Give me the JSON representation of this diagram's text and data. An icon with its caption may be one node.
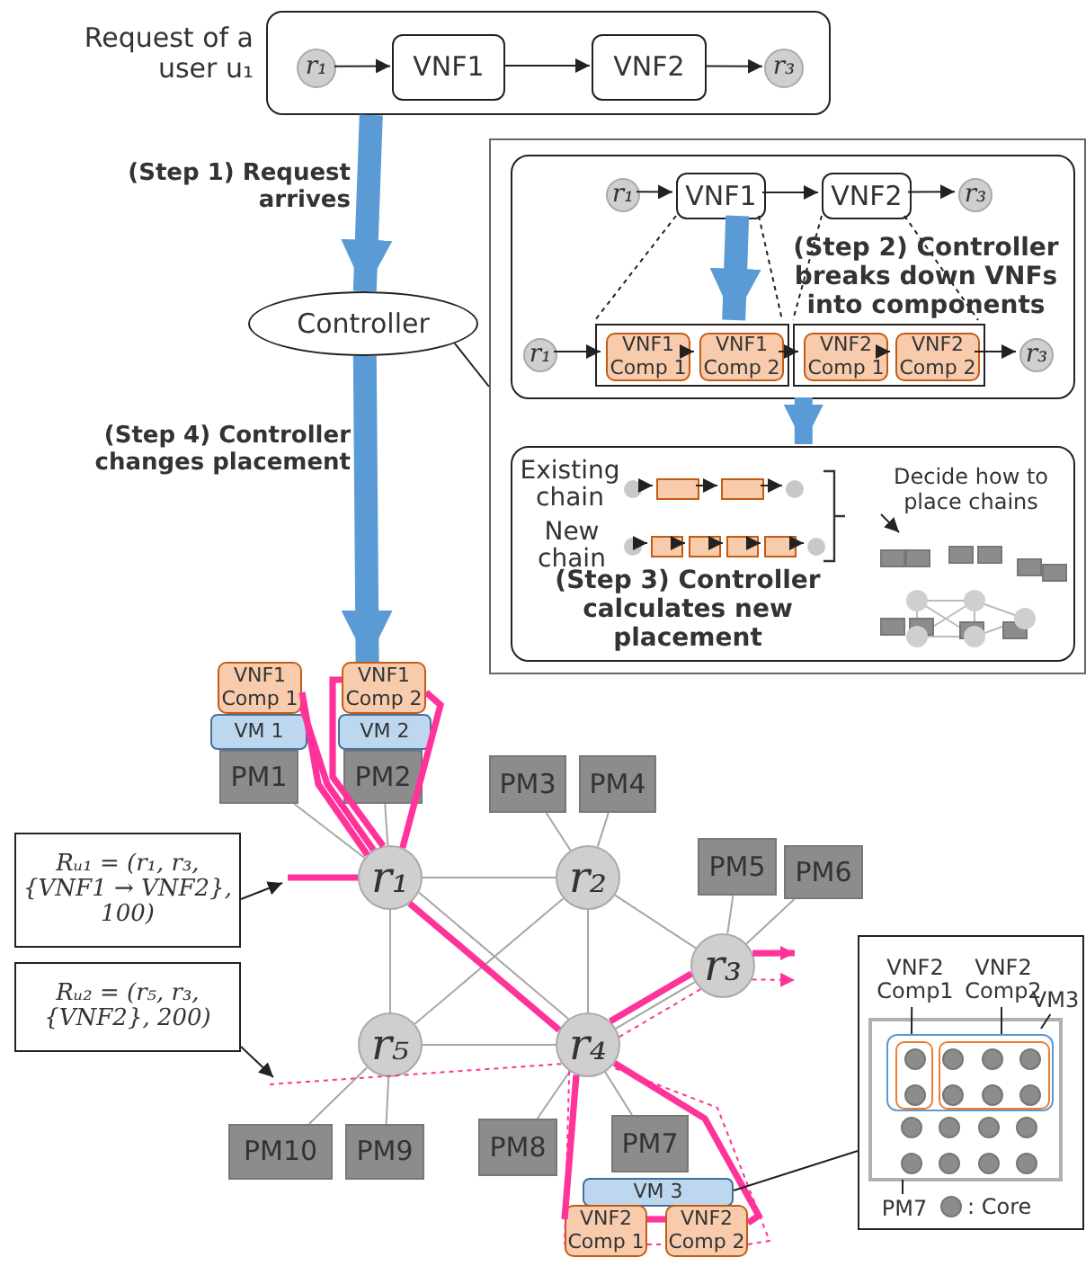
{
  "diagram": {
    "nodes": [
      {
        "text": [
          "Request of a user u₁"
        ]
      },
      {
        "text": [
          "r₁"
        ],
        "in": 0
      },
      {
        "text": [
          "VNF1"
        ],
        "in": 0
      },
      {
        "text": [
          "VNF2"
        ],
        "in": 0
      },
      {
        "text": [
          "r₃"
        ],
        "in": 0
      },
      {
        "text": [
          "Controller"
        ]
      },
      {
        "text": [],
        "shape": "box"
      },
      {
        "text": [
          "(Step 2) Controller breaks down VNFs into components"
        ],
        "in": 6
      },
      {
        "text": [
          "r₁"
        ],
        "in": 7
      },
      {
        "text": [
          "VNF1"
        ],
        "in": 7
      },
      {
        "text": [
          "VNF2"
        ],
        "in": 7
      },
      {
        "text": [
          "r₃"
        ],
        "in": 7
      },
      {
        "text": [
          "r₁"
        ],
        "in": 7
      },
      {
        "text": [],
        "shape": "box",
        "in": 7
      },
      {
        "text": [
          "VNF1 Comp 1"
        ],
        "in": 13
      },
      {
        "text": [
          "VNF1 Comp 2"
        ],
        "in": 13
      },
      {
        "text": [],
        "shape": "box",
        "in": 7
      },
      {
        "text": [
          "VNF2 Comp 1"
        ],
        "in": 16
      },
      {
        "text": [
          "VNF2 Comp 2"
        ],
        "in": 16
      },
      {
        "text": [
          "r₃"
        ],
        "in": 7
      },
      {
        "text": [
          "(Step 3) Controller calculates new placement"
        ],
        "in": 6
      },
      {
        "text": [],
        "shape": "circle",
        "in": 20
      },
      {
        "text": [],
        "shape": "box",
        "in": 20
      },
      {
        "text": [],
        "shape": "box",
        "in": 20
      },
      {
        "text": [],
        "shape": "circle",
        "in": 20
      },
      {
        "text": [],
        "shape": "circle",
        "in": 20
      },
      {
        "text": [],
        "shape": "box",
        "in": 20
      },
      {
        "text": [],
        "shape": "box",
        "in": 20
      },
      {
        "text": [],
        "shape": "box",
        "in": 20
      },
      {
        "text": [],
        "shape": "box",
        "in": 20
      },
      {
        "text": [],
        "shape": "circle",
        "in": 20
      },
      {
        "text": [
          "Decide how to place chains"
        ],
        "in": 20
      },
      {
        "text": [],
        "shape": "picture",
        "in": 20
      },
      {
        "text": [
          "VNF1 Comp 1"
        ]
      },
      {
        "text": [
          "VNF1 Comp 2"
        ]
      },
      {
        "text": [
          "VM 1"
        ]
      },
      {
        "text": [
          "VM 2"
        ]
      },
      {
        "text": [
          "PM1"
        ]
      },
      {
        "text": [
          "PM2"
        ]
      },
      {
        "text": [
          "PM3"
        ]
      },
      {
        "text": [
          "PM4"
        ]
      },
      {
        "text": [
          "r₁"
        ]
      },
      {
        "text": [
          "r₂"
        ]
      },
      {
        "text": [
          "PM5"
        ]
      },
      {
        "text": [
          "PM6"
        ]
      },
      {
        "text": [
          "Rᵤ₁ = (r₁, r₃, {VNF1 → VNF2}, 100)"
        ]
      },
      {
        "text": [
          "r₃"
        ]
      },
      {
        "text": [
          "Rᵤ₂ = (r₅, r₃, {VNF2}, 200)"
        ]
      },
      {
        "text": [
          "r₅"
        ]
      },
      {
        "text": [
          "r₄"
        ]
      },
      {
        "text": [
          "PM10"
        ]
      },
      {
        "text": [
          "PM9"
        ]
      },
      {
        "text": [
          "PM8"
        ]
      },
      {
        "text": [
          "PM7"
        ]
      },
      {
        "text": [
          "VM 3"
        ]
      },
      {
        "text": [
          "VNF2 Comp 1"
        ]
      },
      {
        "text": [
          "VNF2 Comp 2"
        ]
      },
      {
        "text": [],
        "shape": "box"
      },
      {
        "text": [
          "VNF2 Comp1"
        ],
        "in": 57
      },
      {
        "text": [
          "VNF2 Comp2"
        ],
        "in": 57
      },
      {
        "text": [
          "VM3"
        ],
        "in": 57
      },
      {
        "text": [],
        "shape": "box",
        "in": 57
      },
      {
        "text": [],
        "shape": "box",
        "in": 61
      },
      {
        "text": [],
        "shape": "box",
        "in": 62
      },
      {
        "text": [],
        "shape": "box",
        "in": 62
      },
      {
        "text": [],
        "shape": "circle",
        "in": 63
      },
      {
        "text": [],
        "shape": "circle",
        "in": 63
      },
      {
        "text": [],
        "shape": "circle",
        "in": 64
      },
      {
        "text": [],
        "shape": "circle",
        "in": 64
      },
      {
        "text": [],
        "shape": "circle",
        "in": 64
      },
      {
        "text": [],
        "shape": "circle",
        "in": 64
      },
      {
        "text": [],
        "shape": "circle",
        "in": 64
      },
      {
        "text": [],
        "shape": "circle",
        "in": 64
      },
      {
        "text": [],
        "shape": "circle",
        "in": 61
      },
      {
        "text": [],
        "shape": "circle",
        "in": 61
      },
      {
        "text": [],
        "shape": "circle",
        "in": 61
      },
      {
        "text": [],
        "shape": "circle",
        "in": 61
      },
      {
        "text": [],
        "shape": "circle",
        "in": 61
      },
      {
        "text": [],
        "shape": "circle",
        "in": 61
      },
      {
        "text": [],
        "shape": "circle",
        "in": 61
      },
      {
        "text": [],
        "shape": "circle",
        "in": 61
      },
      {
        "text": [
          "PM7"
        ],
        "in": 57
      }
    ],
    "edges": [
      {
        "from": 1,
        "to": 2,
        "arrow": "to"
      },
      {
        "from": 2,
        "to": 3,
        "arrow": "to"
      },
      {
        "from": 3,
        "to": 4,
        "arrow": "to"
      },
      {
        "from": 0,
        "to": 5,
        "arrow": "to",
        "label": "(Step 1) Request arrives",
        "style": "thick",
        "color": "#5b9bd5"
      },
      {
        "from": 5,
        "to": 6,
        "arrow": "none"
      },
      {
        "from": 8,
        "to": 9,
        "arrow": "to"
      },
      {
        "from": 9,
        "to": 10,
        "arrow": "to"
      },
      {
        "from": 10,
        "to": 11,
        "arrow": "to"
      },
      {
        "from": 9,
        "to": 13,
        "arrow": "none",
        "style": "dashed"
      },
      {
        "from": 9,
        "to": 13,
        "arrow": "none",
        "style": "dashed"
      },
      {
        "from": 10,
        "to": 16,
        "arrow": "none",
        "style": "dashed"
      },
      {
        "from": 10,
        "to": 16,
        "arrow": "none",
        "style": "dashed"
      },
      {
        "from": 9,
        "to": 13,
        "arrow": "to",
        "style": "thick",
        "color": "#5b9bd5"
      },
      {
        "from": 12,
        "to": 14,
        "arrow": "to"
      },
      {
        "from": 14,
        "to": 15,
        "arrow": "to"
      },
      {
        "from": 15,
        "to": 17,
        "arrow": "to"
      },
      {
        "from": 17,
        "to": 18,
        "arrow": "to"
      },
      {
        "from": 18,
        "to": 19,
        "arrow": "to"
      },
      {
        "from": 7,
        "to": 20,
        "arrow": "to",
        "style": "thick",
        "color": "#5b9bd5"
      },
      {
        "from": 21,
        "to": 22,
        "arrow": "to"
      },
      {
        "from": 22,
        "to": 23,
        "arrow": "to"
      },
      {
        "from": 23,
        "to": 24,
        "arrow": "to"
      },
      {
        "from": 25,
        "to": 26,
        "arrow": "to"
      },
      {
        "from": 26,
        "to": 27,
        "arrow": "to"
      },
      {
        "from": 27,
        "to": 28,
        "arrow": "to"
      },
      {
        "from": 28,
        "to": 29,
        "arrow": "to"
      },
      {
        "from": 29,
        "to": 30,
        "arrow": "to"
      },
      {
        "from": 31,
        "to": 32,
        "arrow": "to"
      },
      {
        "from": 5,
        "to": 34,
        "arrow": "to",
        "label": "(Step 4) Controller changes placement",
        "style": "thick",
        "color": "#5b9bd5"
      },
      {
        "from": 37,
        "to": 41,
        "arrow": "none",
        "color": "#a6a6a6"
      },
      {
        "from": 38,
        "to": 41,
        "arrow": "none",
        "color": "#a6a6a6"
      },
      {
        "from": 39,
        "to": 42,
        "arrow": "none",
        "color": "#a6a6a6"
      },
      {
        "from": 40,
        "to": 42,
        "arrow": "none",
        "color": "#a6a6a6"
      },
      {
        "from": 41,
        "to": 42,
        "arrow": "none",
        "color": "#a6a6a6"
      },
      {
        "from": 41,
        "to": 48,
        "arrow": "none",
        "color": "#a6a6a6"
      },
      {
        "from": 41,
        "to": 49,
        "arrow": "none",
        "color": "#a6a6a6"
      },
      {
        "from": 42,
        "to": 48,
        "arrow": "none",
        "color": "#a6a6a6"
      },
      {
        "from": 42,
        "to": 49,
        "arrow": "none",
        "color": "#a6a6a6"
      },
      {
        "from": 42,
        "to": 46,
        "arrow": "none",
        "color": "#a6a6a6"
      },
      {
        "from": 49,
        "to": 46,
        "arrow": "none",
        "color": "#a6a6a6"
      },
      {
        "from": 48,
        "to": 49,
        "arrow": "none",
        "color": "#a6a6a6"
      },
      {
        "from": 43,
        "to": 46,
        "arrow": "none",
        "color": "#a6a6a6"
      },
      {
        "from": 44,
        "to": 46,
        "arrow": "none",
        "color": "#a6a6a6"
      },
      {
        "from": 50,
        "to": 48,
        "arrow": "none",
        "color": "#a6a6a6"
      },
      {
        "from": 51,
        "to": 48,
        "arrow": "none",
        "color": "#a6a6a6"
      },
      {
        "from": 52,
        "to": 49,
        "arrow": "none",
        "color": "#a6a6a6"
      },
      {
        "from": 53,
        "to": 49,
        "arrow": "none",
        "color": "#a6a6a6"
      },
      {
        "from": null,
        "to": 41,
        "arrow": "none",
        "style": "thick",
        "color": "#ff3399"
      },
      {
        "from": 41,
        "to": 33,
        "arrow": "none",
        "style": "thick",
        "color": "#ff3399"
      },
      {
        "from": 33,
        "to": 41,
        "arrow": "none",
        "style": "thick",
        "color": "#ff3399"
      },
      {
        "from": 41,
        "to": 34,
        "arrow": "none",
        "style": "thick",
        "color": "#ff3399"
      },
      {
        "from": 34,
        "to": 41,
        "arrow": "none",
        "style": "thick",
        "color": "#ff3399"
      },
      {
        "from": 41,
        "to": 49,
        "arrow": "none",
        "style": "thick",
        "color": "#ff3399"
      },
      {
        "from": 49,
        "to": 55,
        "arrow": "none",
        "style": "thick",
        "color": "#ff3399"
      },
      {
        "from": 55,
        "to": 56,
        "arrow": "none",
        "style": "thick",
        "color": "#ff3399"
      },
      {
        "from": 56,
        "to": 49,
        "arrow": "none",
        "style": "thick",
        "color": "#ff3399"
      },
      {
        "from": 49,
        "to": 46,
        "arrow": "none",
        "style": "thick",
        "color": "#ff3399"
      },
      {
        "from": 46,
        "to": null,
        "arrow": "to",
        "style": "thick",
        "color": "#ff3399"
      },
      {
        "from": null,
        "to": 49,
        "arrow": "none",
        "style": "dashed",
        "color": "#ff3399"
      },
      {
        "from": 49,
        "to": 55,
        "arrow": "none",
        "style": "dashed",
        "color": "#ff3399"
      },
      {
        "from": 55,
        "to": 56,
        "arrow": "none",
        "style": "dashed",
        "color": "#ff3399"
      },
      {
        "from": 56,
        "to": 49,
        "arrow": "none",
        "style": "dashed",
        "color": "#ff3399"
      },
      {
        "from": 49,
        "to": 46,
        "arrow": "none",
        "style": "dashed",
        "color": "#ff3399"
      },
      {
        "from": 46,
        "to": null,
        "arrow": "to",
        "style": "dashed",
        "color": "#ff3399"
      },
      {
        "from": 45,
        "to": null,
        "arrow": "to"
      },
      {
        "from": 47,
        "to": null,
        "arrow": "to"
      },
      {
        "from": 54,
        "to": 57,
        "arrow": "none"
      },
      {
        "from": 58,
        "to": 63,
        "arrow": "none"
      },
      {
        "from": 59,
        "to": 64,
        "arrow": "none"
      },
      {
        "from": 60,
        "to": 62,
        "arrow": "none"
      },
      {
        "from": 81,
        "to": 61,
        "arrow": "none"
      }
    ],
    "labels": [
      "Existing chain",
      "New chain"
    ],
    "legend": [
      {
        "text": ": Core"
      }
    ]
  }
}
